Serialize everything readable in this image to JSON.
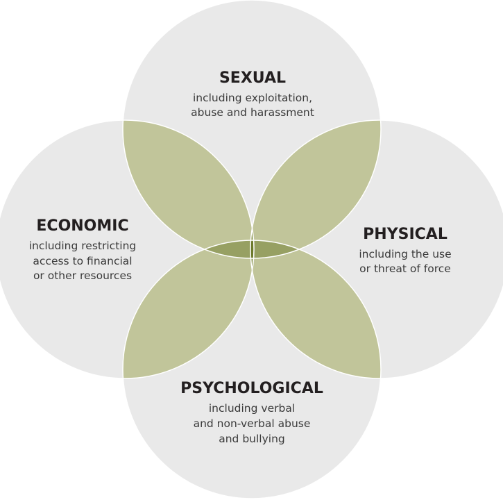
{
  "circles": [
    {
      "key": "sexual",
      "title": "SEXUAL",
      "desc_lines": [
        "including exploitation,",
        "abuse and harassment"
      ]
    },
    {
      "key": "economic",
      "title": "ECONOMIC",
      "desc_lines": [
        "including restricting",
        "access to financial",
        "or other resources"
      ]
    },
    {
      "key": "physical",
      "title": "PHYSICAL",
      "desc_lines": [
        "including the use",
        "or threat of force"
      ]
    },
    {
      "key": "psychological",
      "title": "PSYCHOLOGICAL",
      "desc_lines": [
        "including verbal",
        "and non-verbal abuse",
        "and bullying"
      ]
    }
  ],
  "colors": {
    "circle_fill": "#e9e9e9",
    "circle_stroke": "#ffffff",
    "overlap_two": "#c1c59a",
    "overlap_three": "#97a063",
    "overlap_four": "#6d7a2c",
    "title_text": "#231f20",
    "desc_text": "#3a3a3a"
  }
}
